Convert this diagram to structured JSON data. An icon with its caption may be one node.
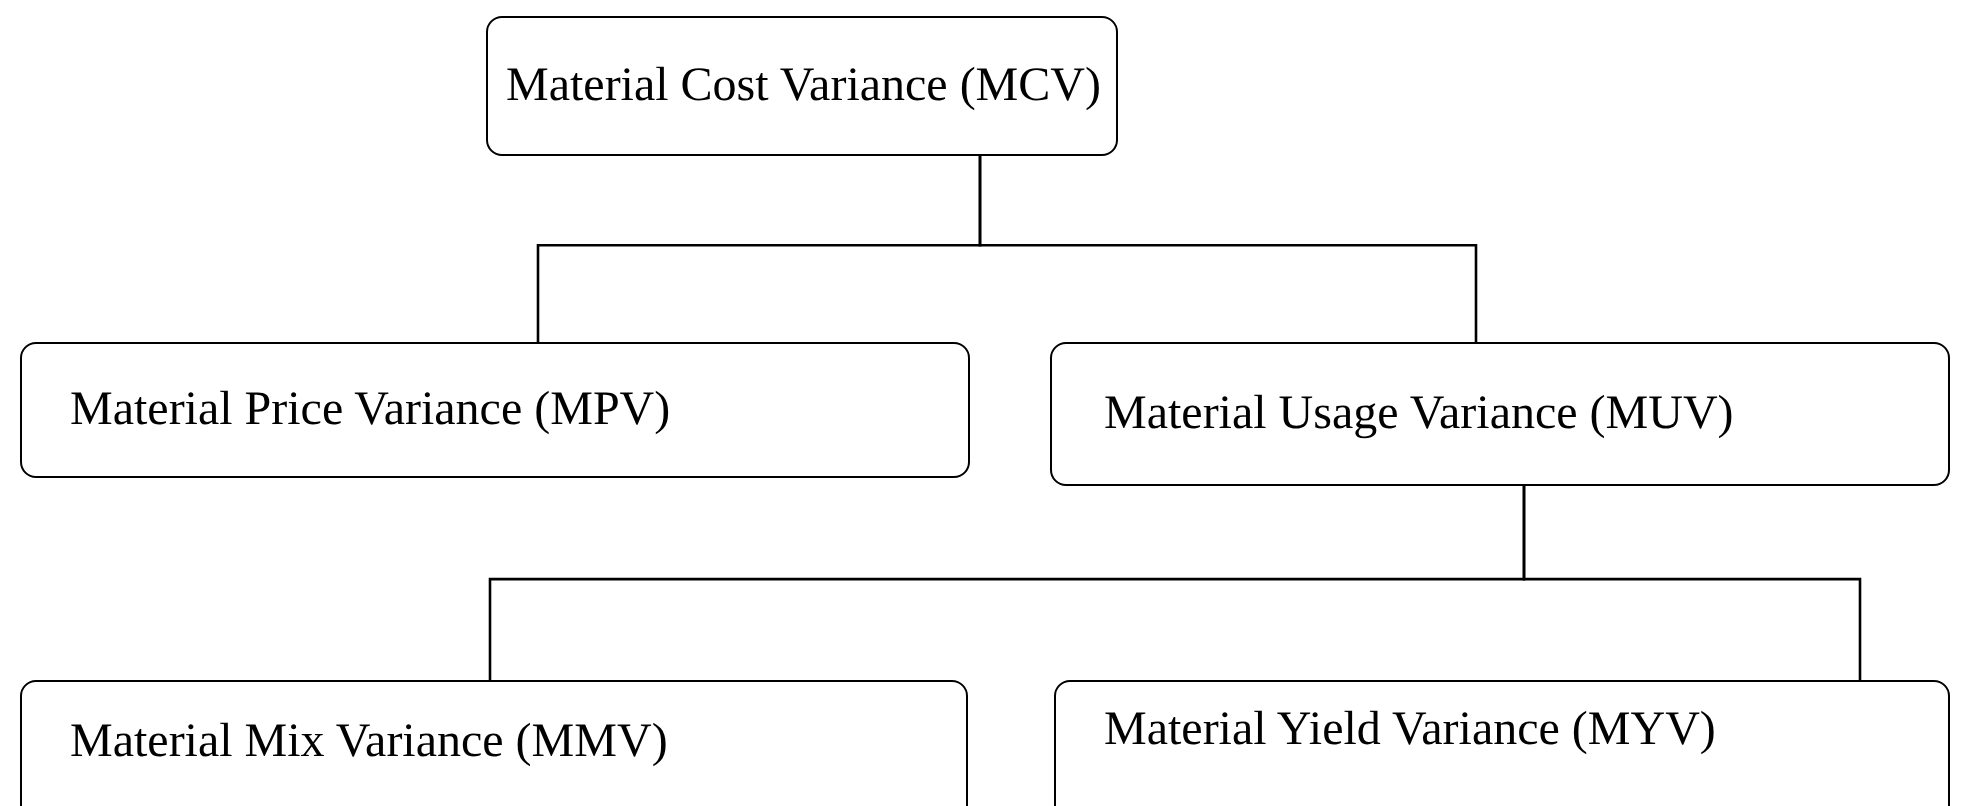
{
  "diagram": {
    "nodes": [
      {
        "text": [
          "Material Cost Variance (MCV)"
        ]
      },
      {
        "text": [
          "Material Price Variance (MPV)"
        ]
      },
      {
        "text": [
          "Material Usage Variance (MUV)"
        ]
      },
      {
        "text": [
          "Material Mix Variance (MMV)"
        ]
      },
      {
        "text": [
          "Material Yield Variance (MYV)"
        ]
      }
    ],
    "edges": [
      {
        "from": 0,
        "to": 1,
        "arrow": "none"
      },
      {
        "from": 0,
        "to": 2,
        "arrow": "none"
      },
      {
        "from": 2,
        "to": 3,
        "arrow": "none"
      },
      {
        "from": 2,
        "to": 4,
        "arrow": "none"
      }
    ]
  }
}
